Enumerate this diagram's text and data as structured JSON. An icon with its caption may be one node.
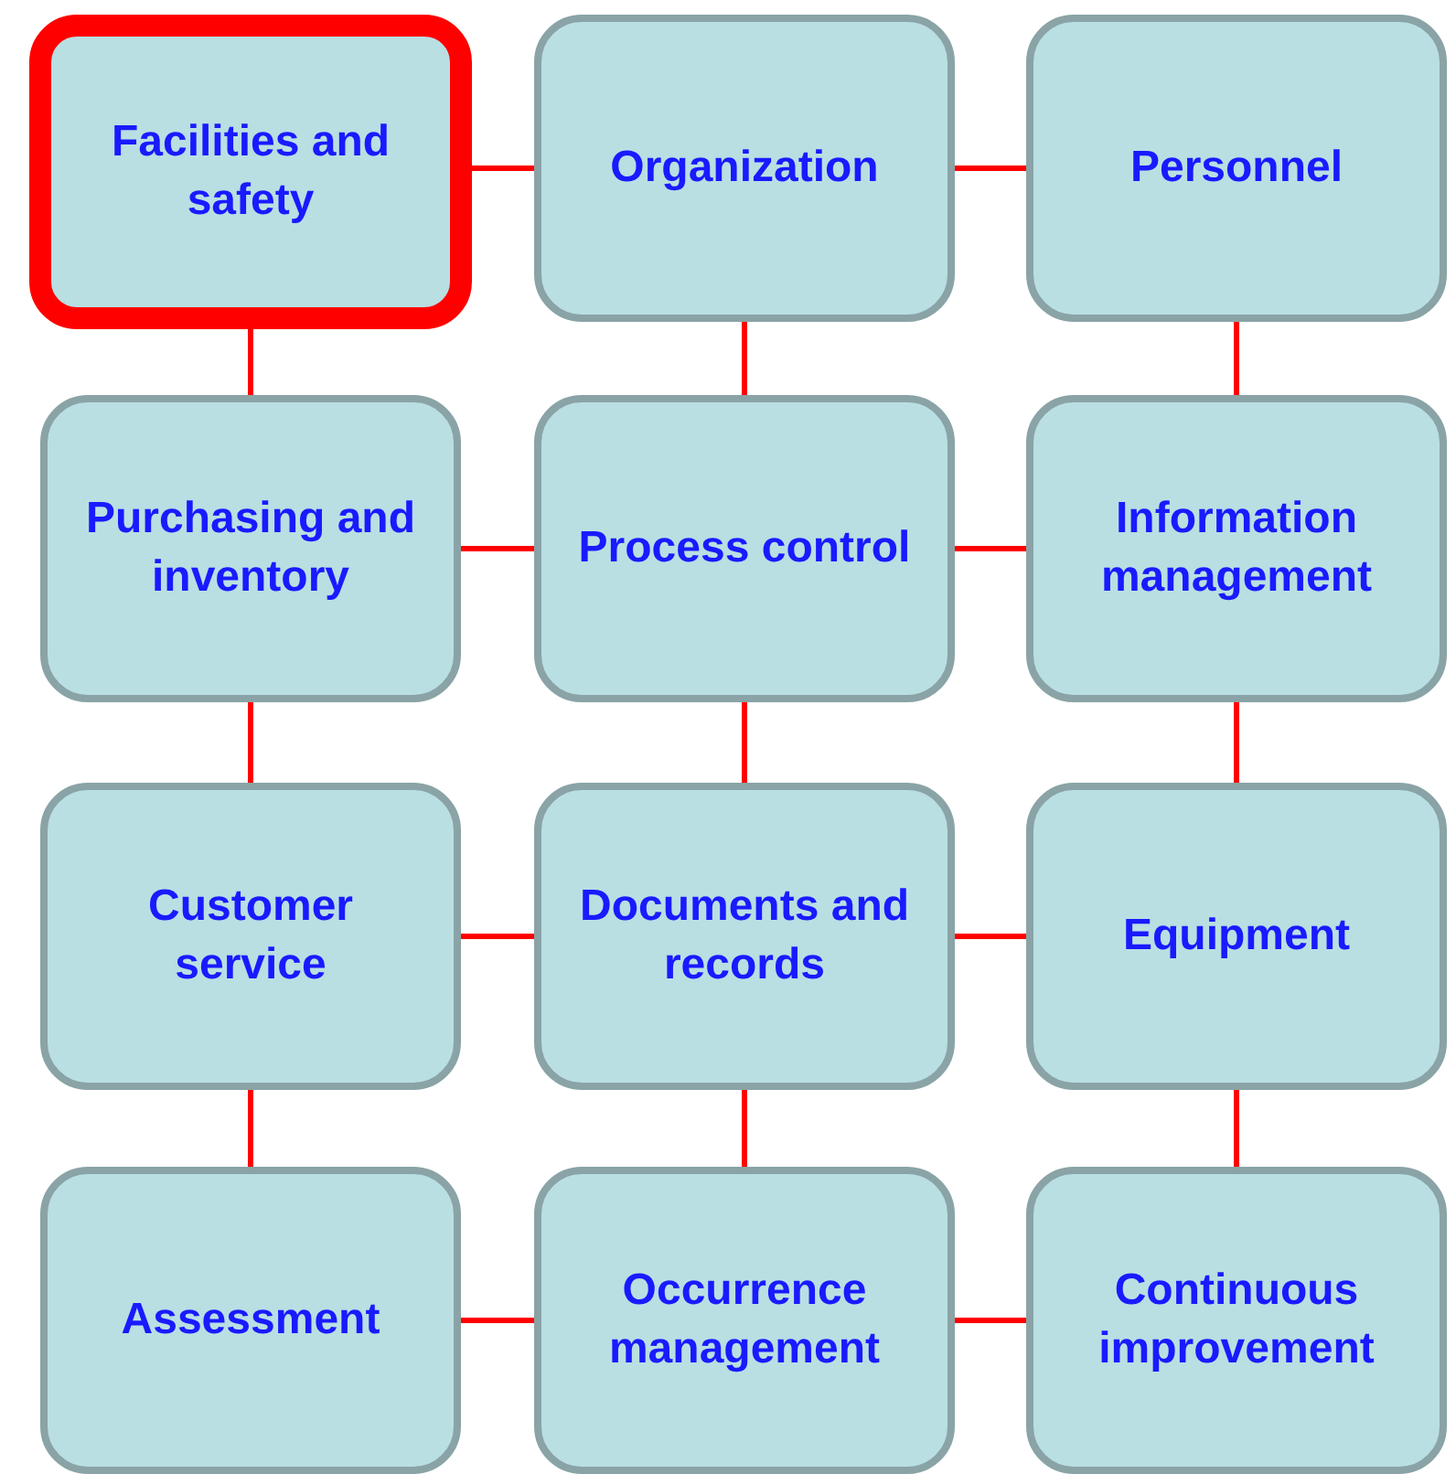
{
  "diagram": {
    "nodes": [
      {
        "text": [
          "Facilities and safety"
        ]
      },
      {
        "text": [
          "Organization"
        ]
      },
      {
        "text": [
          "Personnel"
        ]
      },
      {
        "text": [
          "Purchasing and inventory"
        ]
      },
      {
        "text": [
          "Process control"
        ]
      },
      {
        "text": [
          "Information management"
        ]
      },
      {
        "text": [
          "Customer service"
        ]
      },
      {
        "text": [
          "Documents and records"
        ]
      },
      {
        "text": [
          "Equipment"
        ]
      },
      {
        "text": [
          "Assessment"
        ]
      },
      {
        "text": [
          "Occurrence management"
        ]
      },
      {
        "text": [
          "Continuous improvement"
        ]
      }
    ],
    "edges": [
      {
        "from": 0,
        "to": 1,
        "arrow": "none"
      },
      {
        "from": 1,
        "to": 2,
        "arrow": "none"
      },
      {
        "from": 0,
        "to": 3,
        "arrow": "none"
      },
      {
        "from": 1,
        "to": 4,
        "arrow": "none"
      },
      {
        "from": 2,
        "to": 5,
        "arrow": "none"
      },
      {
        "from": 3,
        "to": 4,
        "arrow": "none"
      },
      {
        "from": 4,
        "to": 5,
        "arrow": "none"
      },
      {
        "from": 3,
        "to": 6,
        "arrow": "none"
      },
      {
        "from": 4,
        "to": 7,
        "arrow": "none"
      },
      {
        "from": 5,
        "to": 8,
        "arrow": "none"
      },
      {
        "from": 6,
        "to": 7,
        "arrow": "none"
      },
      {
        "from": 7,
        "to": 8,
        "arrow": "none"
      },
      {
        "from": 6,
        "to": 9,
        "arrow": "none"
      },
      {
        "from": 7,
        "to": 10,
        "arrow": "none"
      },
      {
        "from": 8,
        "to": 11,
        "arrow": "none"
      },
      {
        "from": 9,
        "to": 10,
        "arrow": "none"
      },
      {
        "from": 10,
        "to": 11,
        "arrow": "none"
      }
    ]
  }
}
